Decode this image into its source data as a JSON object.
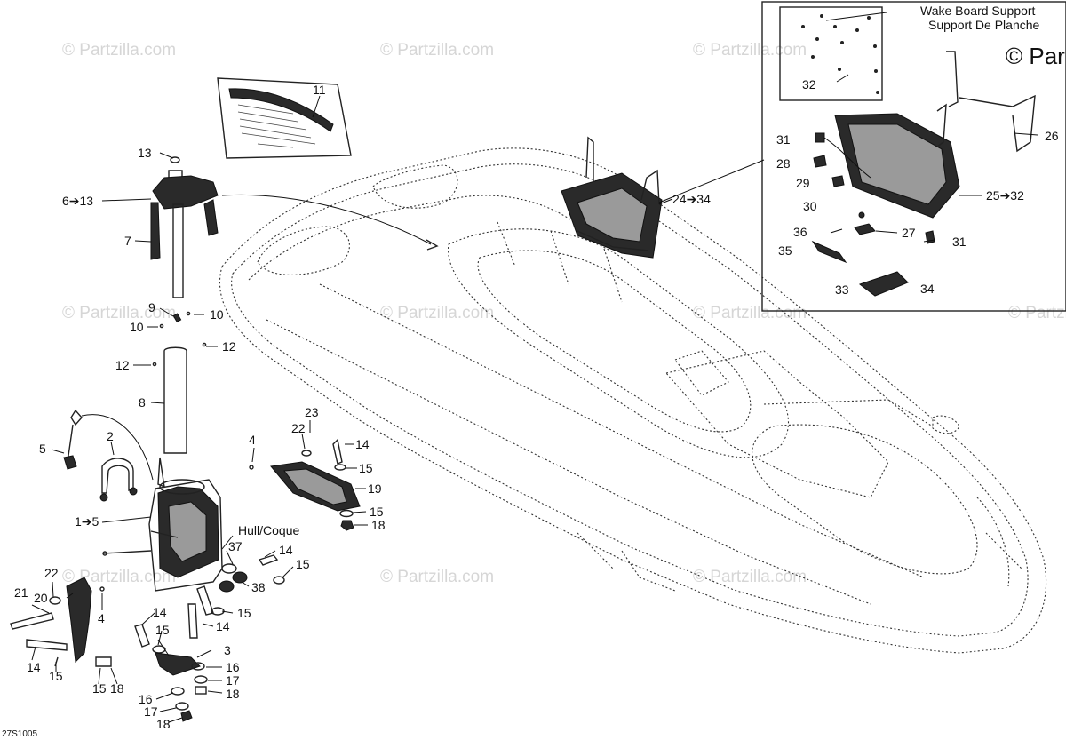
{
  "watermark_text": "© Partzilla.com",
  "inset": {
    "title_line1": "Wake Board Support",
    "title_line2": "Support De Planche",
    "watermark_partial": "© Par"
  },
  "hull_label": "Hull/Coque",
  "diagram_code": "27S1005",
  "callouts": {
    "c1": "1➔5",
    "c2": "2",
    "c3": "3",
    "c4a": "4",
    "c4b": "4",
    "c5": "5",
    "c6": "6➔13",
    "c7": "7",
    "c8": "8",
    "c9": "9",
    "c10a": "10",
    "c10b": "10",
    "c11": "11",
    "c12a": "12",
    "c12b": "12",
    "c13": "13",
    "c14a": "14",
    "c14b": "14",
    "c14c": "14",
    "c14d": "14",
    "c14e": "14",
    "c15a": "15",
    "c15b": "15",
    "c15c": "15",
    "c15d": "15",
    "c15e": "15",
    "c15f": "15",
    "c15g": "15",
    "c16a": "16",
    "c16b": "16",
    "c17a": "17",
    "c17b": "17",
    "c18a": "18",
    "c18b": "18",
    "c18c": "18",
    "c18d": "18",
    "c19": "19",
    "c20": "20",
    "c21": "21",
    "c22a": "22",
    "c22b": "22",
    "c23": "23",
    "c24": "24➔34",
    "c25": "25➔32",
    "c26": "26",
    "c27": "27",
    "c28": "28",
    "c29": "29",
    "c30": "30",
    "c31a": "31",
    "c31b": "31",
    "c32": "32",
    "c33": "33",
    "c34": "34",
    "c35": "35",
    "c36": "36",
    "c37": "37",
    "c38": "38"
  }
}
